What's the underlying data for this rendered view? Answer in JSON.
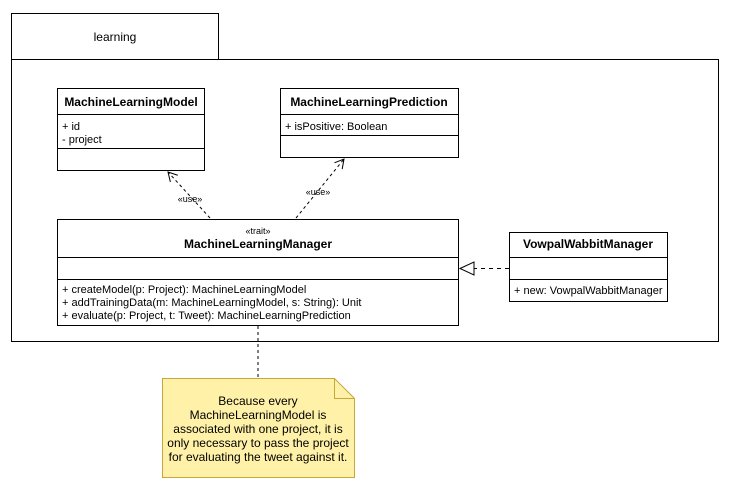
{
  "package": {
    "name": "learning"
  },
  "classes": {
    "model": {
      "name": "MachineLearningModel",
      "attributes": [
        "+ id",
        "- project"
      ]
    },
    "prediction": {
      "name": "MachineLearningPrediction",
      "attributes": [
        "+ isPositive: Boolean"
      ]
    },
    "manager": {
      "stereotype": "«trait»",
      "name": "MachineLearningManager",
      "operations": [
        "+ createModel(p: Project): MachineLearningModel",
        "+ addTrainingData(m: MachineLearningModel, s: String): Unit",
        "+ evaluate(p: Project, t: Tweet): MachineLearningPrediction"
      ]
    },
    "vowpal": {
      "name": "VowpalWabbitManager",
      "operations": [
        "+ new: VowpalWabbitManager"
      ]
    }
  },
  "relations": {
    "use_model": "«use»",
    "use_prediction": "«use»"
  },
  "note": {
    "lines": [
      "Because every",
      "MachineLearningModel is",
      "associated with one project, it is",
      "only necessary to pass the project",
      "for evaluating the tweet against it."
    ]
  },
  "colors": {
    "note_fill": "#fff2a8",
    "note_stroke": "#c5a83a",
    "line": "#000000"
  }
}
